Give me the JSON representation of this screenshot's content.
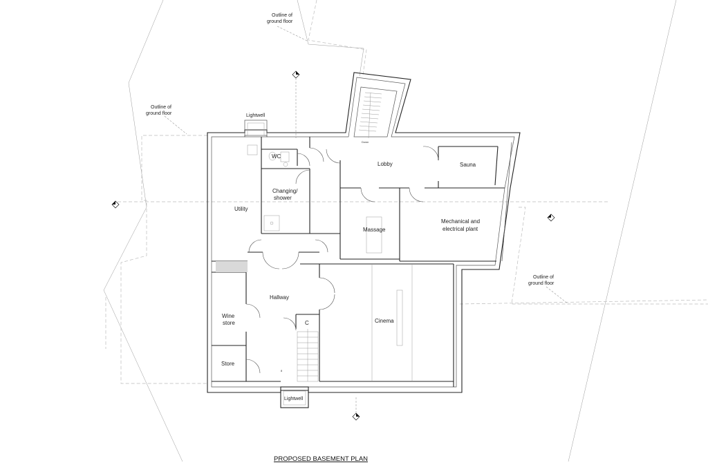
{
  "title": "PROPOSED BASEMENT PLAN",
  "notes": {
    "outline_top": [
      "Outline of",
      "ground floor"
    ],
    "outline_left": [
      "Outline of",
      "ground floor"
    ],
    "outline_right": [
      "Outline of",
      "ground floor"
    ],
    "lightwell_top": "Lightwell",
    "lightwell_bottom": "Lightwell"
  },
  "rooms": {
    "wc": "WC",
    "lobby": "Lobby",
    "sauna": "Sauna",
    "changing": [
      "Changing/",
      "shower"
    ],
    "utility": "Utility",
    "mechanical": [
      "Mechanical and",
      "electrical plant"
    ],
    "massage": "Massage",
    "hallway": "Hallway",
    "cinema": "Cinema",
    "wine_store": [
      "Wine",
      "store"
    ],
    "c": "C",
    "store": "Store"
  },
  "stair_labels": {
    "upper_stair": "Down",
    "lower_stair": "8"
  }
}
